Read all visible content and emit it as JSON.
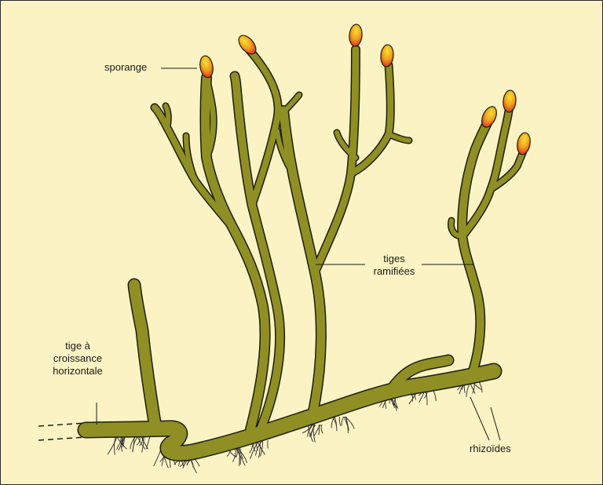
{
  "labels": {
    "sporange": "sporange",
    "tiges_line1": "tiges",
    "tiges_line2": "ramifiées",
    "horiz_line1": "tige à",
    "horiz_line2": "croissance",
    "horiz_line3": "horizontale",
    "rhizoides": "rhizoïdes"
  },
  "colors": {
    "background": "#fbf3c4",
    "stem": "#8f8f24",
    "outline": "#1e1e10",
    "sporangium_tip": "#f0d020",
    "sporangium_base": "#d83a1a",
    "rhizoid": "#2a2a2a"
  }
}
